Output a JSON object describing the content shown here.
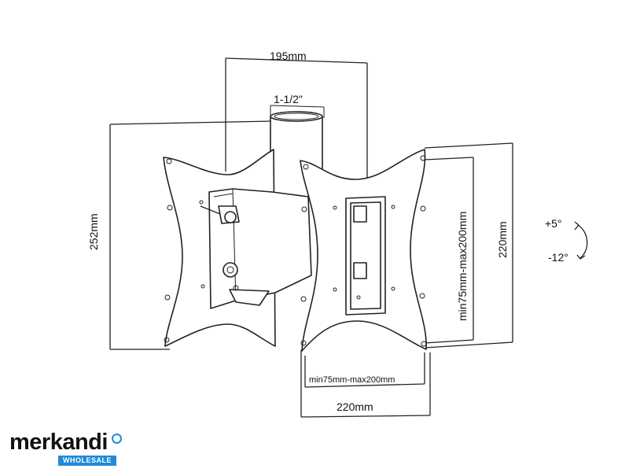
{
  "dimensions": {
    "top_width": "195mm",
    "pole_diameter": "1-1/2\"",
    "left_height": "252mm",
    "vesa_vertical": "min75mm-max200mm",
    "right_height": "220mm",
    "vesa_horizontal": "min75mm-max200mm",
    "bottom_width": "220mm"
  },
  "tilt": {
    "up": "+5°",
    "down": "-12°"
  },
  "logo": {
    "name": "merkandi",
    "badge": "WHOLESALE",
    "accent": "#1f8ad8"
  }
}
